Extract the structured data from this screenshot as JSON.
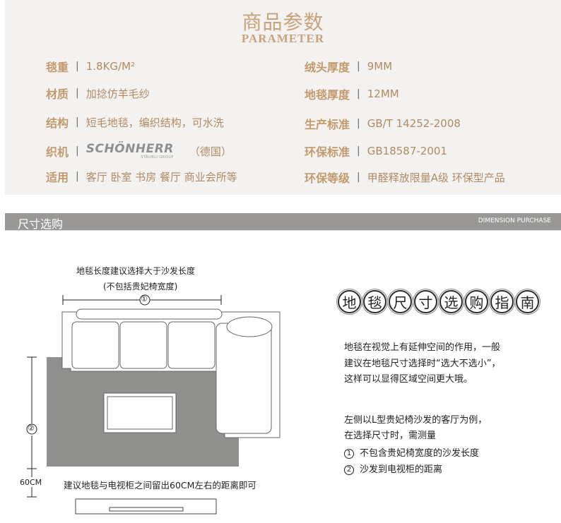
{
  "parameter": {
    "title": "商品参数",
    "subtitle": "PARAMETER",
    "separator": "|",
    "rows_left": [
      {
        "label": "毯重",
        "value": "1.8KG/M²"
      },
      {
        "label": "材质",
        "value": "加捻仿羊毛纱"
      },
      {
        "label": "结构",
        "value": "短毛地毯，编织结构，可水洗"
      },
      {
        "label": "织机",
        "logo": "SCHÖNHERR",
        "logo_sub": "STÄUBLI GROUP",
        "value": "（德国）"
      },
      {
        "label": "适用",
        "value": "客厅 卧室 书房 餐厅 商业会所等"
      }
    ],
    "rows_right": [
      {
        "label": "绒头厚度",
        "value": "9MM"
      },
      {
        "label": "地毯厚度",
        "value": "12MM"
      },
      {
        "label": "生产标准",
        "value": "GB/T 14252-2008"
      },
      {
        "label": "环保标准",
        "value": "GB18587-2001"
      },
      {
        "label": "环保等级",
        "value": "甲醛释放限量A级 环保型产品"
      }
    ]
  },
  "section": {
    "title": "尺寸选购",
    "subtitle": "DIMENSION PURCHASE"
  },
  "diagram": {
    "length_note_line1": "地毯长度建议选择大于沙发长度",
    "length_note_line2": "(不包括贵妃椅宽度)",
    "marker_1": "①",
    "marker_2": "②",
    "gap_label": "60CM",
    "gap_note": "建议地毯与电视柜之间留出60CM左右的距离即可"
  },
  "guide": {
    "title_chars": [
      "地",
      "毯",
      "尺",
      "寸",
      "选",
      "购",
      "指",
      "南"
    ],
    "para1": [
      "地毯在视觉上有延伸空间的作用，一般",
      "建议在地毯尺寸选择时“选大不选小”，",
      "这样可以显得区域空间更大哦。"
    ],
    "para2": [
      "左侧以L型贵妃椅沙发的客厅为例，",
      "在选择尺寸时，需测量"
    ],
    "items": [
      {
        "num": "1",
        "text": "不包含贵妃椅宽度的沙发长度"
      },
      {
        "num": "2",
        "text": "沙发到电视柜的距离"
      }
    ]
  },
  "colors": {
    "accent_gold": "#c29a6c",
    "panel_bg": "#f3f2f0",
    "bar_gray": "#999896",
    "rug_gray": "#8f8f8d"
  }
}
